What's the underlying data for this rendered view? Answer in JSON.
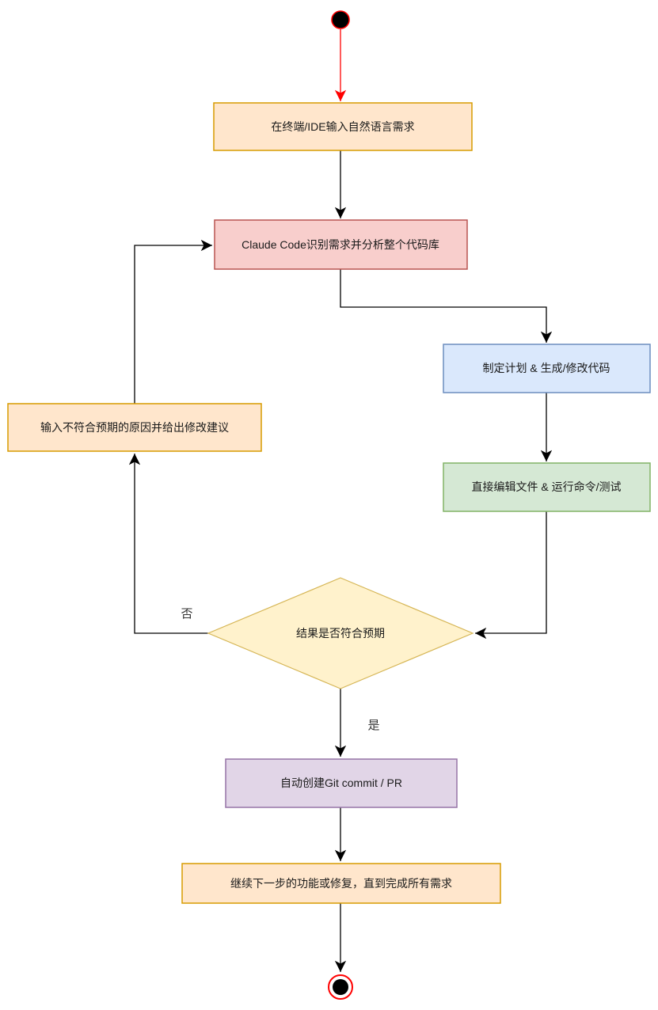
{
  "diagram": {
    "type": "flowchart",
    "language": "zh-CN",
    "nodes": {
      "start": {
        "kind": "initial-state",
        "fill": "#000000",
        "stroke": "#ff0000"
      },
      "input_requirement": {
        "label": "在终端/IDE输入自然语言需求",
        "fill": "#ffe6cc",
        "stroke": "#d79b00"
      },
      "analyze_codebase": {
        "label": "Claude Code识别需求并分析整个代码库",
        "fill": "#f8cecc",
        "stroke": "#b85450"
      },
      "plan_generate": {
        "label": "制定计划 & 生成/修改代码",
        "fill": "#dae8fc",
        "stroke": "#6c8ebf"
      },
      "edit_run": {
        "label": "直接编辑文件 & 运行命令/测试",
        "fill": "#d5e8d4",
        "stroke": "#82b366"
      },
      "decision_expected": {
        "label": "结果是否符合预期",
        "fill": "#fff2cc",
        "stroke": "#d6b656"
      },
      "feedback_suggestion": {
        "label": "输入不符合预期的原因并给出修改建议",
        "fill": "#ffe6cc",
        "stroke": "#d79b00"
      },
      "git_commit": {
        "label": "自动创建Git commit / PR",
        "fill": "#e1d5e7",
        "stroke": "#9673a6"
      },
      "continue_next": {
        "label": "继续下一步的功能或修复，直到完成所有需求",
        "fill": "#ffe6cc",
        "stroke": "#d79b00"
      },
      "end": {
        "kind": "final-state",
        "fill": "#000000",
        "stroke": "#ff0000"
      }
    },
    "edge_labels": {
      "no": "否",
      "yes": "是"
    },
    "edge_colors": {
      "default": "#000000",
      "start_edge": "#ff0000"
    },
    "text_color": "#1a1a1a",
    "background": "#ffffff"
  }
}
